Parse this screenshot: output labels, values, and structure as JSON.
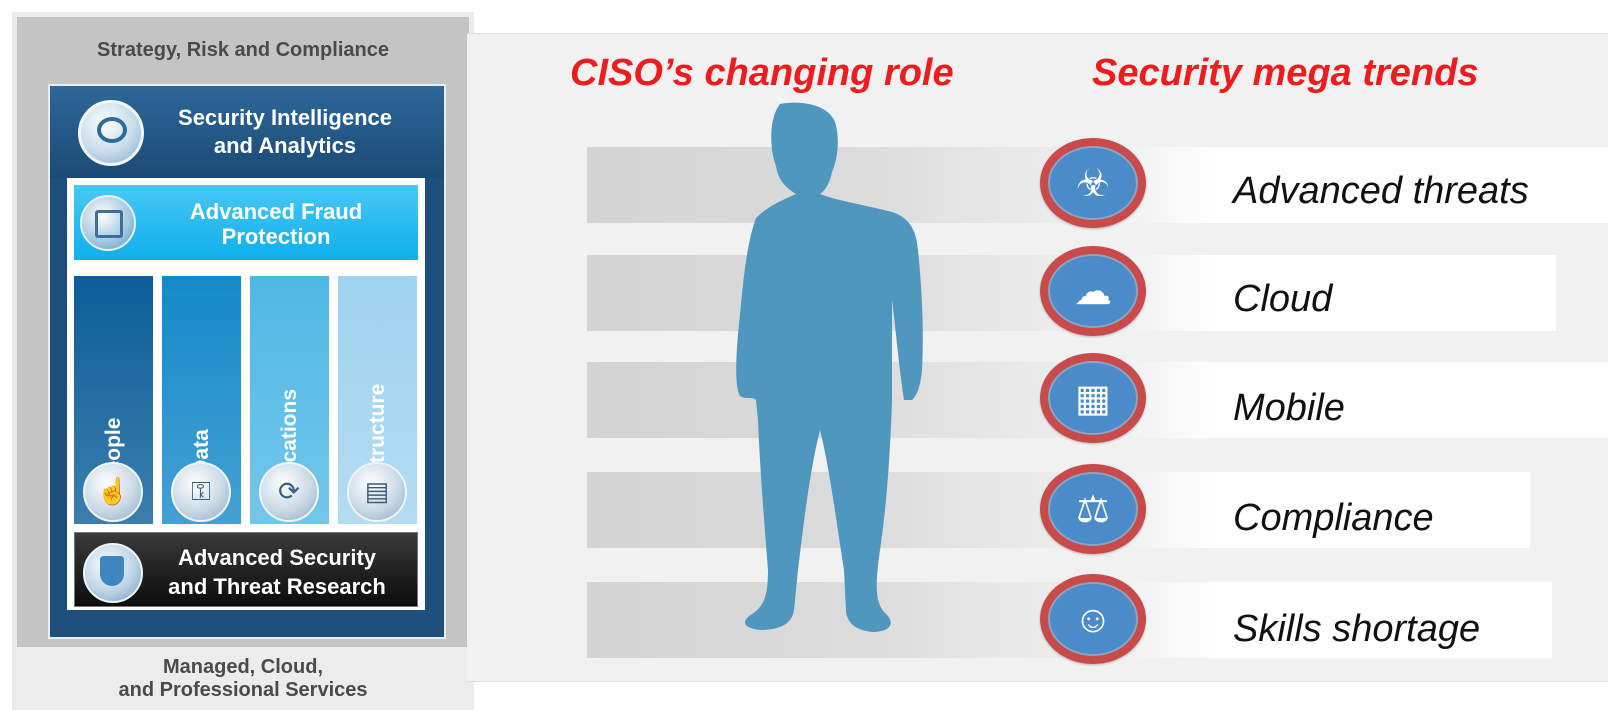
{
  "framework": {
    "top_label": "Strategy, Risk and Compliance",
    "security_intelligence": [
      "Security Intelligence",
      "and Analytics"
    ],
    "fraud_protection": [
      "Advanced Fraud",
      "Protection"
    ],
    "domains": [
      {
        "label": "People",
        "icon": "people-fingerprint-icon",
        "color": "#0b5e99"
      },
      {
        "label": "Data",
        "icon": "padlock-icon",
        "color": "#1489c8"
      },
      {
        "label": "Applications",
        "icon": "application-cycle-icon",
        "color": "#4fb8e5"
      },
      {
        "label": "Infrastructure",
        "icon": "server-network-icon",
        "color": "#9fd3ef"
      }
    ],
    "threat_research": [
      "Advanced Security",
      "and Threat Research"
    ],
    "bottom_label": [
      "Managed, Cloud,",
      "and Professional Services"
    ]
  },
  "headings": {
    "left": "CISO’s changing role",
    "right": "Security mega trends"
  },
  "trends": [
    {
      "label": "Advanced threats",
      "icon": "biohazard-icon"
    },
    {
      "label": "Cloud",
      "icon": "cloud-icon"
    },
    {
      "label": "Mobile",
      "icon": "tablet-icon"
    },
    {
      "label": "Compliance",
      "icon": "scales-icon"
    },
    {
      "label": "Skills shortage",
      "icon": "user-network-icon"
    }
  ],
  "colors": {
    "heading_red": "#ee1c1c",
    "trend_icon_ring": "#c84a4a",
    "trend_icon_fill": "#4c8bc9",
    "silhouette": "#4f97bf"
  }
}
